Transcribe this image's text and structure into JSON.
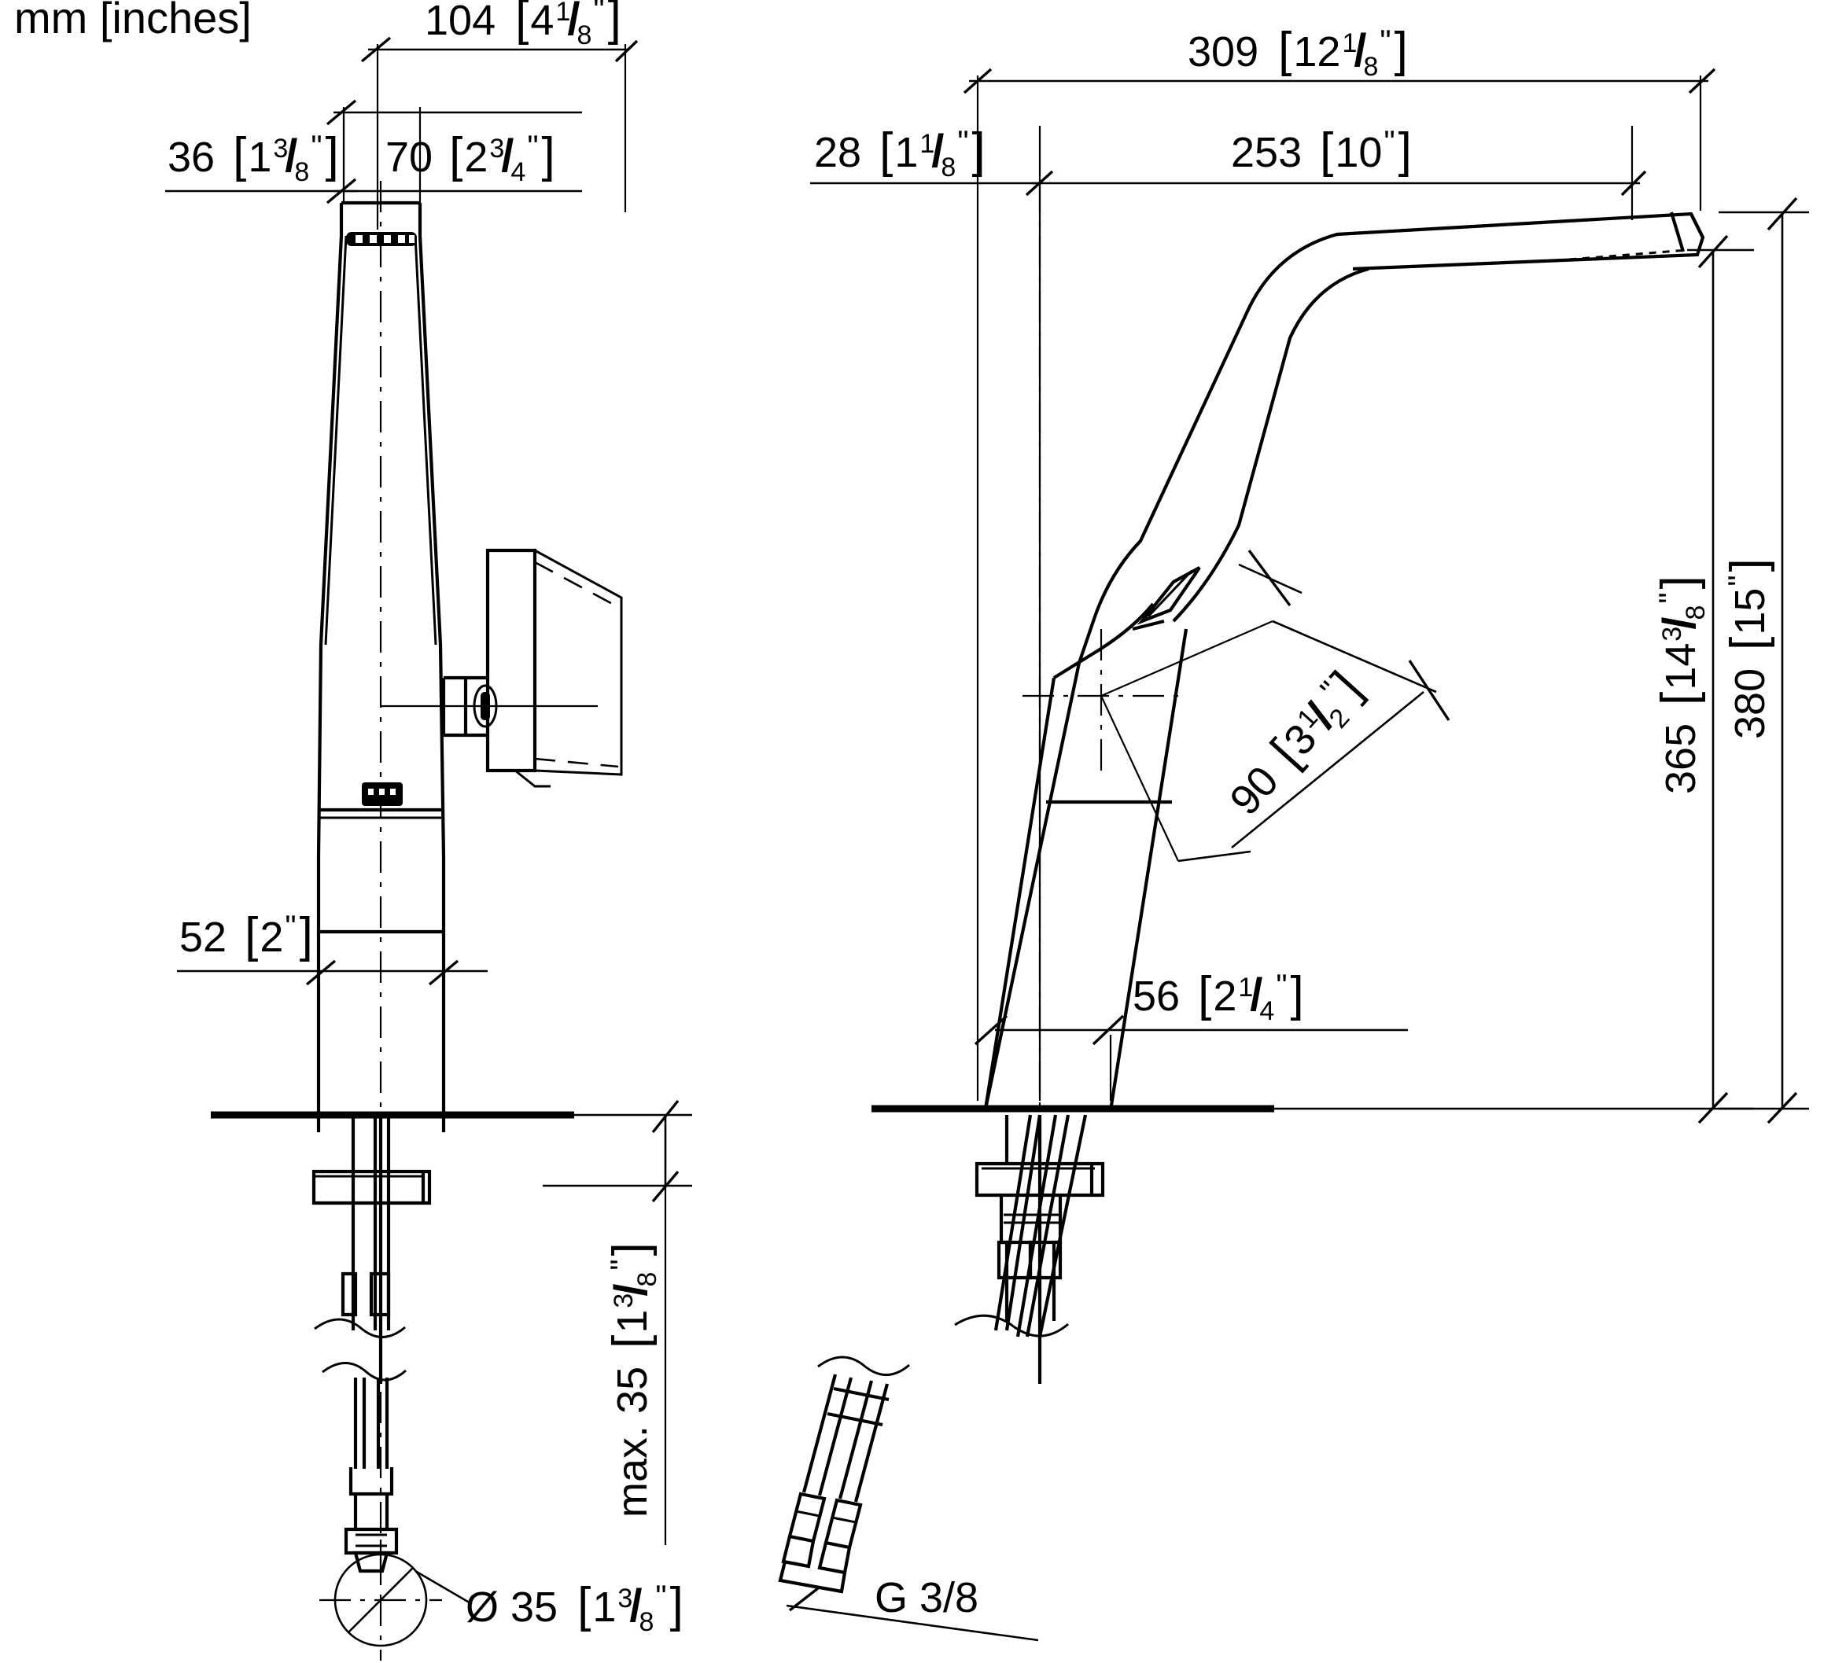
{
  "drawing": {
    "units_note": "mm [inches]",
    "title": "",
    "views": [
      {
        "id": "front-view",
        "name": "front-view-faucet"
      },
      {
        "id": "side-view",
        "name": "side-view-faucet"
      }
    ]
  },
  "dimensions": {
    "front": {
      "d_104": {
        "mm": "104",
        "in_whole": "4",
        "in_num": "1",
        "in_den": "8",
        "label": "104 [4 1/8\"]"
      },
      "d_70": {
        "mm": "70",
        "in_whole": "2",
        "in_num": "3",
        "in_den": "4",
        "label": "70 [2 3/4\"]"
      },
      "d_36": {
        "mm": "36",
        "in_whole": "1",
        "in_num": "3",
        "in_den": "8",
        "label": "36 [1 3/8\"]"
      },
      "d_52": {
        "mm": "52",
        "in_whole": "2",
        "in_num": "",
        "in_den": "",
        "label": "52 [2\"]"
      },
      "d_max35": {
        "prefix": "max. ",
        "mm": "35",
        "in_whole": "1",
        "in_num": "3",
        "in_den": "8",
        "label": "max. 35 [1 3/8\"]"
      },
      "d_dia35": {
        "prefix": "Ø ",
        "mm": "35",
        "in_whole": "1",
        "in_num": "3",
        "in_den": "8",
        "label": "Ø 35 [1 3/8\"]"
      }
    },
    "side": {
      "d_309": {
        "mm": "309",
        "in_whole": "12",
        "in_num": "1",
        "in_den": "8",
        "label": "309 [12 1/8\"]"
      },
      "d_253": {
        "mm": "253",
        "in_whole": "10",
        "in_num": "",
        "in_den": "",
        "label": "253 [10\"]"
      },
      "d_28": {
        "mm": "28",
        "in_whole": "1",
        "in_num": "1",
        "in_den": "8",
        "label": "28 [1 1/8\"]"
      },
      "d_90": {
        "mm": "90",
        "in_whole": "3",
        "in_num": "1",
        "in_den": "2",
        "label": "90 [3 1/2\"]"
      },
      "d_56": {
        "mm": "56",
        "in_whole": "2",
        "in_num": "1",
        "in_den": "4",
        "label": "56 [2 1/4\"]"
      },
      "d_365": {
        "mm": "365",
        "in_whole": "14",
        "in_num": "3",
        "in_den": "8",
        "label": "365 [14 3/8\"]"
      },
      "d_380": {
        "mm": "380",
        "in_whole": "15",
        "in_num": "",
        "in_den": "",
        "label": "380 [15\"]"
      }
    },
    "connection": {
      "thread": "G 3/8"
    }
  },
  "colors": {
    "line": "#000000",
    "background": "#ffffff"
  }
}
